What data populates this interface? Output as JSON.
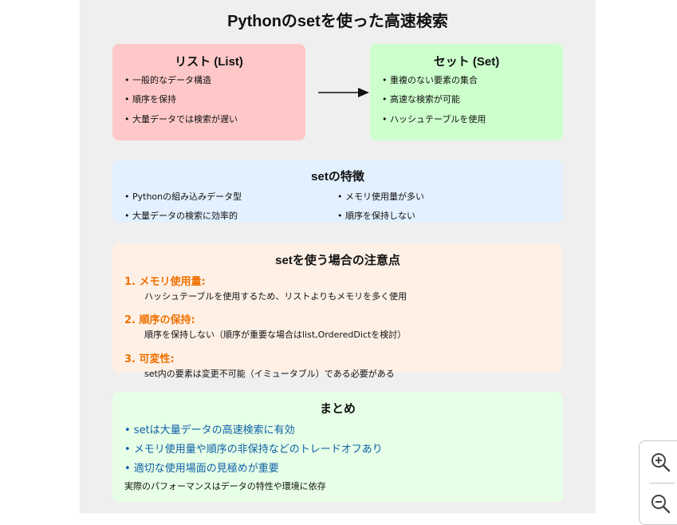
{
  "title": "Pythonのsetを使った高速検索",
  "list_box": {
    "title": "リスト (List)",
    "items": [
      "• 一般的なデータ構造",
      "• 順序を保持",
      "• 大量データでは検索が遅い"
    ]
  },
  "set_box": {
    "title": "セット (Set)",
    "items": [
      "• 重複のない要素の集合",
      "• 高速な検索が可能",
      "• ハッシュテーブルを使用"
    ]
  },
  "features": {
    "title": "setの特徴",
    "left_items": [
      "• Pythonの組み込みデータ型",
      "• 大量データの検索に効率的"
    ],
    "right_items": [
      "• メモリ使用量が多い",
      "• 順序を保持しない"
    ]
  },
  "cautions": {
    "title": "setを使う場合の注意点",
    "points": [
      {
        "heading": "1. メモリ使用量:",
        "desc": "ハッシュテーブルを使用するため、リストよりもメモリを多く使用"
      },
      {
        "heading": "2. 順序の保持:",
        "desc": "順序を保持しない（順序が重要な場合はlist,OrderedDictを検討）"
      },
      {
        "heading": "3. 可変性:",
        "desc": "set内の要素は変更不可能（イミュータブル）である必要がある"
      }
    ]
  },
  "summary": {
    "title": "まとめ",
    "points": [
      "• setは大量データの高速検索に有効",
      "• メモリ使用量や順序の非保持などのトレードオフあり",
      "• 適切な使用場面の見極めが重要"
    ],
    "note": "実際のパフォーマンスはデータの特性や環境に依存"
  },
  "colors": {
    "list_bg": "#ffc8c8",
    "set_bg": "#ccffcc",
    "features_bg": "#e2f0ff",
    "cautions_bg": "#fff0e6",
    "summary_bg": "#e6ffe6",
    "caution_heading": "#f07000",
    "summary_point": "#1060a8"
  },
  "icons": {
    "arrow": "right-arrow-icon",
    "zoom_in": "zoom-in-icon",
    "zoom_out": "zoom-out-icon"
  }
}
